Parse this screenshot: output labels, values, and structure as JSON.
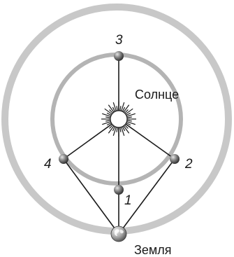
{
  "diagram": {
    "labels": {
      "sun": "Солнце",
      "earth": "Земля",
      "pos1": "1",
      "pos2": "2",
      "pos3": "3",
      "pos4": "4"
    },
    "colors": {
      "outer_orbit": "#c8c8c8",
      "inner_orbit": "#b4b4b4",
      "lines": "#1a1a1a",
      "planet": "#6e6e6e",
      "earth": "#8c8c8c"
    }
  }
}
